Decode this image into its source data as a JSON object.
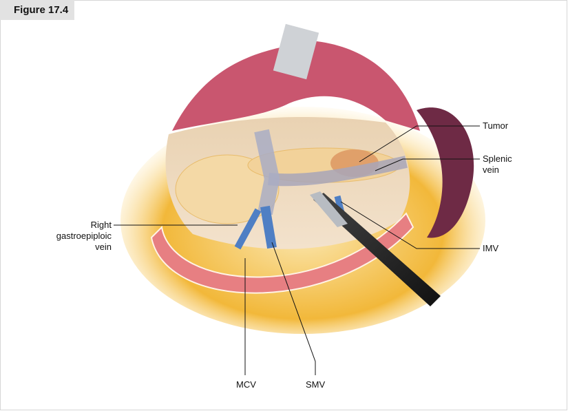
{
  "figure_label": "Figure 17.4",
  "labels": {
    "tumor": "Tumor",
    "splenic_vein": [
      "Splenic",
      "vein"
    ],
    "imv": "IMV",
    "right_gastroepiploic_vein": [
      "Right",
      "gastroepiploic",
      "vein"
    ],
    "mcv": "MCV",
    "smv": "SMV"
  },
  "colors": {
    "fat": "#f2b83a",
    "colon": "#e77f82",
    "spleen": "#6e2a45",
    "vein": "#4f7fc4",
    "stapler": "#1e1e1e",
    "pancreas": "#f4d9a6"
  }
}
